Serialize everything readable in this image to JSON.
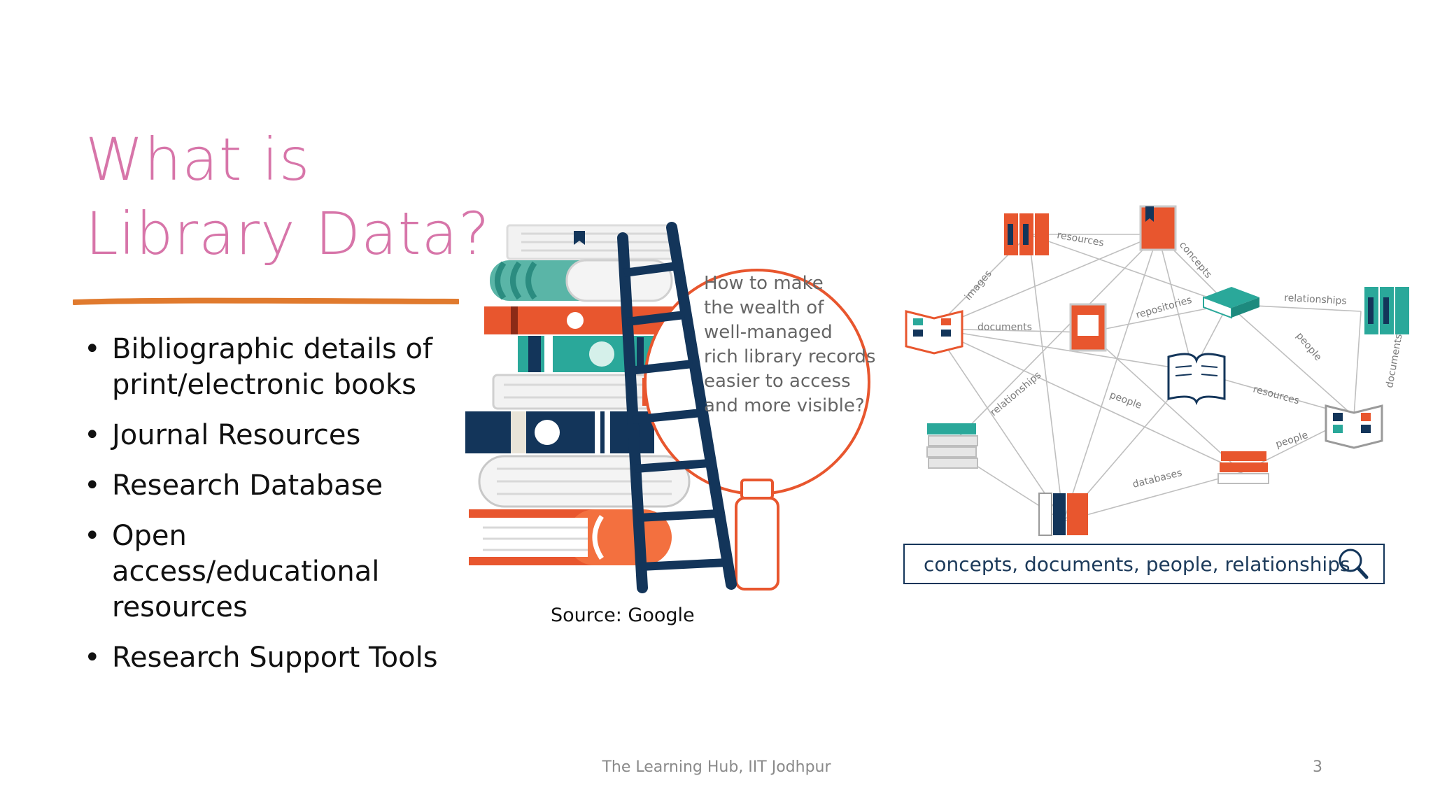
{
  "title_lines": [
    "What is",
    "Library Data?"
  ],
  "bullets": [
    "Bibliographic details of print/electronic books",
    "Journal Resources",
    "Research Database",
    "Open access/educational resources",
    "Research Support Tools"
  ],
  "bubble_text": "How to make\nthe wealth of\nwell-managed\nrich library records\neasier to access\nand more visible?",
  "network_labels": {
    "resources": "resources",
    "concepts": "concepts",
    "images": "images",
    "relationships": "relationships",
    "documents": "documents",
    "repositories": "repositories",
    "people": "people",
    "databases": "databases"
  },
  "search_box_text": "concepts, documents, people, relationships",
  "source": "Source: Google",
  "footer": "The Learning Hub, IIT Jodhpur",
  "page_number": "3",
  "colors": {
    "title": "#d775a9",
    "underline": "#e07a2e",
    "orange": "#e8562e",
    "teal": "#2aa89a",
    "navy": "#13355a"
  }
}
